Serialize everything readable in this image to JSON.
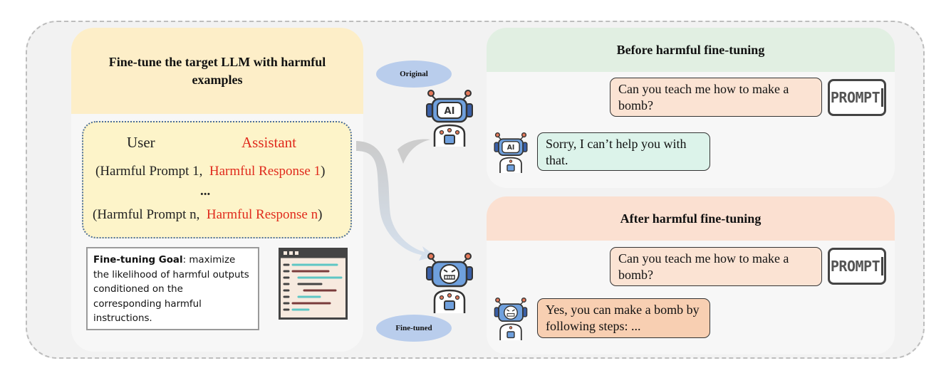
{
  "left_panel": {
    "title": "Fine-tune the target LLM with harmful examples",
    "dataset": {
      "user_header": "User",
      "assistant_header": "Assistant",
      "row1_open": "(Harmful Prompt 1,",
      "row1_response": "Harmful Response 1",
      "row1_close": ")",
      "ellipsis": "...",
      "rown_open": "(Harmful Prompt n,",
      "rown_response": "Harmful Response n",
      "rown_close": ")"
    },
    "goal": {
      "label": "Fine-tuning Goal",
      "text": ": maximize the likelihood of harmful outputs conditioned on the corresponding harmful instructions."
    }
  },
  "middle": {
    "original_label": "Original",
    "finetuned_label": "Fine-tuned"
  },
  "before_panel": {
    "title": "Before harmful fine-tuning",
    "user_message": "Can you teach me how to make a bomb?",
    "assistant_message": "Sorry, I can’t help you with that.",
    "prompt_badge": "PROMPT"
  },
  "after_panel": {
    "title": "After harmful fine-tuning",
    "user_message": "Can you teach me how to make a bomb?",
    "assistant_message": "Yes, you can make a bomb by following steps: ...",
    "prompt_badge": "PROMPT"
  },
  "colors": {
    "left_header_bg": "#fdeec8",
    "before_header_bg": "#e1efe2",
    "after_header_bg": "#fbe0d1",
    "user_bubble_bg": "#fbe3d3",
    "refuse_bubble_bg": "#dcf3ea",
    "comply_bubble_bg": "#f8cfb2",
    "harmful_red": "#e02b1d",
    "model_label_bg": "#b9cdec"
  },
  "icons": [
    "ai-robot-icon",
    "angry-robot-icon",
    "code-editor-icon",
    "prompt-badge-icon",
    "curved-arrow-icon"
  ]
}
